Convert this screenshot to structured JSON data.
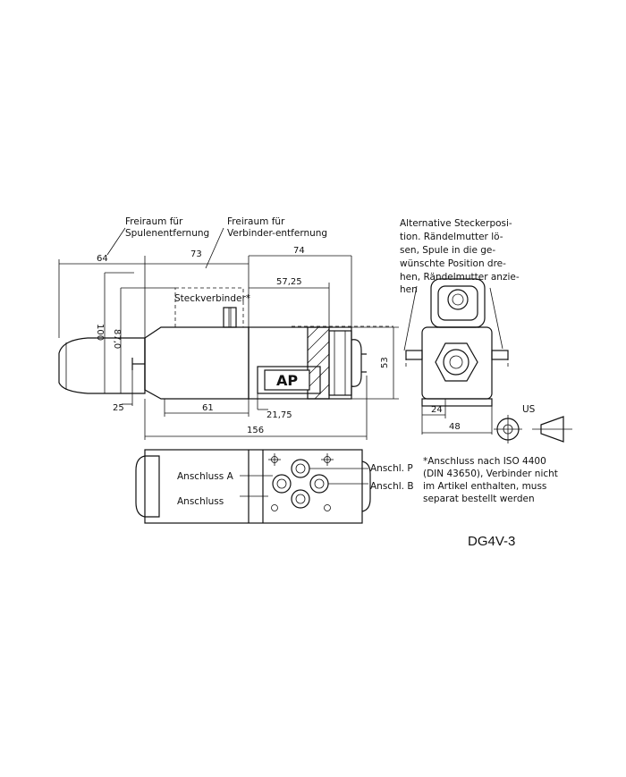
{
  "labels": {
    "free_space_coil": [
      "Freiraum für",
      "Spulenentfernung"
    ],
    "free_space_connector": [
      "Freiraum für",
      "Verbinder-entfernung"
    ],
    "connector": "Steckverbinder*",
    "brand": "AP",
    "port_a": "Anschluss A",
    "port_t": "Anschluss",
    "port_p": "Anschl. P",
    "port_b": "Anschl. B",
    "us": "US",
    "model": "DG4V-3"
  },
  "alt_note": [
    "Alternative Steckerposi-",
    "tion. Rändelmutter lö-",
    "sen, Spule in die ge-",
    "wünschte Position dre-",
    "hen, Rändelmutter anzie-",
    "hen"
  ],
  "iso_note": [
    "*Anschluss nach ISO 4400",
    "(DIN 43650), Verbinder nicht",
    "im Artikel enthalten, muss",
    "separat bestellt werden"
  ],
  "dimensions": {
    "d64": "64",
    "d73": "73",
    "d74": "74",
    "d57_25": "57,25",
    "d100": "100",
    "d87_0": "87,0",
    "d53": "53",
    "d25": "25",
    "d61": "61",
    "d21_75": "21,75",
    "d156": "156",
    "d24": "24",
    "d48": "48"
  }
}
